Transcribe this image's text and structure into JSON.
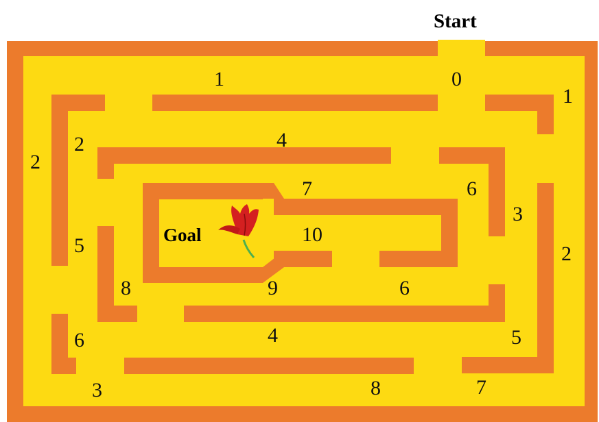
{
  "maze": {
    "wall_color": "#EC7B2C",
    "path_color": "#FDDA12",
    "text_color": "#111111",
    "start_label": "Start",
    "goal_label": "Goal",
    "goal_icon": "tulip-icon",
    "numbers": [
      "1",
      "0",
      "1",
      "2",
      "2",
      "4",
      "7",
      "6",
      "3",
      "10",
      "5",
      "2",
      "8",
      "9",
      "6",
      "6",
      "4",
      "5",
      "3",
      "8",
      "7"
    ]
  }
}
